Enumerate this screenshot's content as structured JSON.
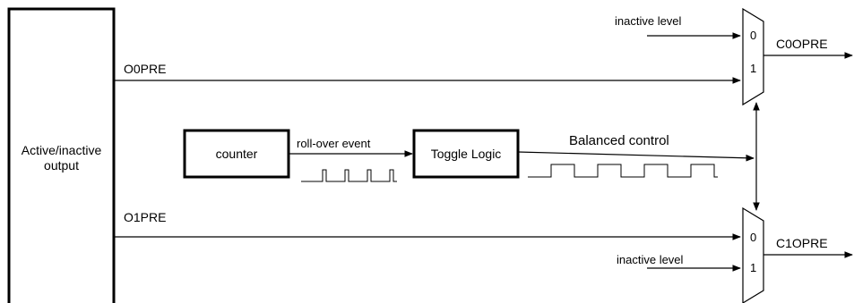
{
  "diagram": {
    "left_block": {
      "line1": "Active/inactive",
      "line2": "output"
    },
    "counter_block": {
      "label": "counter"
    },
    "toggle_block": {
      "label": "Toggle Logic"
    },
    "signals": {
      "o0pre": "O0PRE",
      "o1pre": "O1PRE",
      "rollover": "roll-over event",
      "balanced": "Balanced control",
      "inactive_top": "inactive level",
      "inactive_bottom": "inactive level",
      "c0opre": "C0OPRE",
      "c1opre": "C1OPRE"
    },
    "mux_top": {
      "in0": "0",
      "in1": "1"
    },
    "mux_bottom": {
      "in0": "0",
      "in1": "1"
    }
  }
}
